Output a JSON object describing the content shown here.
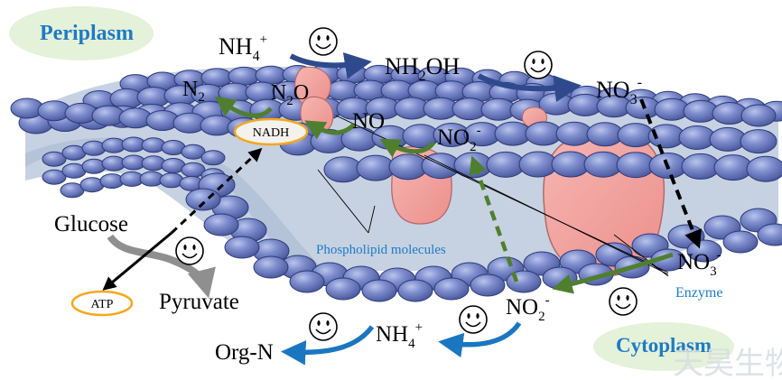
{
  "regions": {
    "periplasm": "Periplasm",
    "cytoplasm": "Cytoplasm"
  },
  "species": {
    "nh4_top": {
      "base": "NH",
      "sub": "4",
      "sup": "+"
    },
    "nh2oh": {
      "pre": "NH",
      "sub": "2",
      "post": "OH"
    },
    "no3_top": {
      "base": "NO",
      "sub": "3",
      "sup": "-"
    },
    "no3_bottom": {
      "base": "NO",
      "sub": "3",
      "sup": "-"
    },
    "no2_top": {
      "base": "NO",
      "sub": "2",
      "sup": "-"
    },
    "no2_bottom": {
      "base": "NO",
      "sub": "2",
      "sup": "-"
    },
    "no": "NO",
    "n2o": {
      "pre": "N",
      "sub": "2",
      "post": "O"
    },
    "n2": {
      "base": "N",
      "sub": "2"
    },
    "nh4_bottom": {
      "base": "NH",
      "sub": "4",
      "sup": "+"
    },
    "org_n": "Org-N",
    "glucose": "Glucose",
    "pyruvate": "Pyruvate"
  },
  "badges": {
    "nadh": "NADH",
    "atp": "ATP"
  },
  "labels": {
    "phospholipid": "Phospholipid molecules",
    "enzyme": "Enzyme"
  },
  "watermark": "天昊生物",
  "colors": {
    "membrane_fill": "#6e7fbf",
    "membrane_stroke": "#2e3a78",
    "bilayer_core": "#c6d2e2",
    "enzyme_fill": "#f0a0a0",
    "enzyme_stroke": "#b26a6a",
    "arrow_blue_dark": "#2f4a8c",
    "arrow_blue": "#1a76c0",
    "arrow_green": "#4f7f2e",
    "badge_orange": "#f2a81d",
    "label_blue": "#1f7ac4",
    "region_green": "#e3f2d9"
  }
}
